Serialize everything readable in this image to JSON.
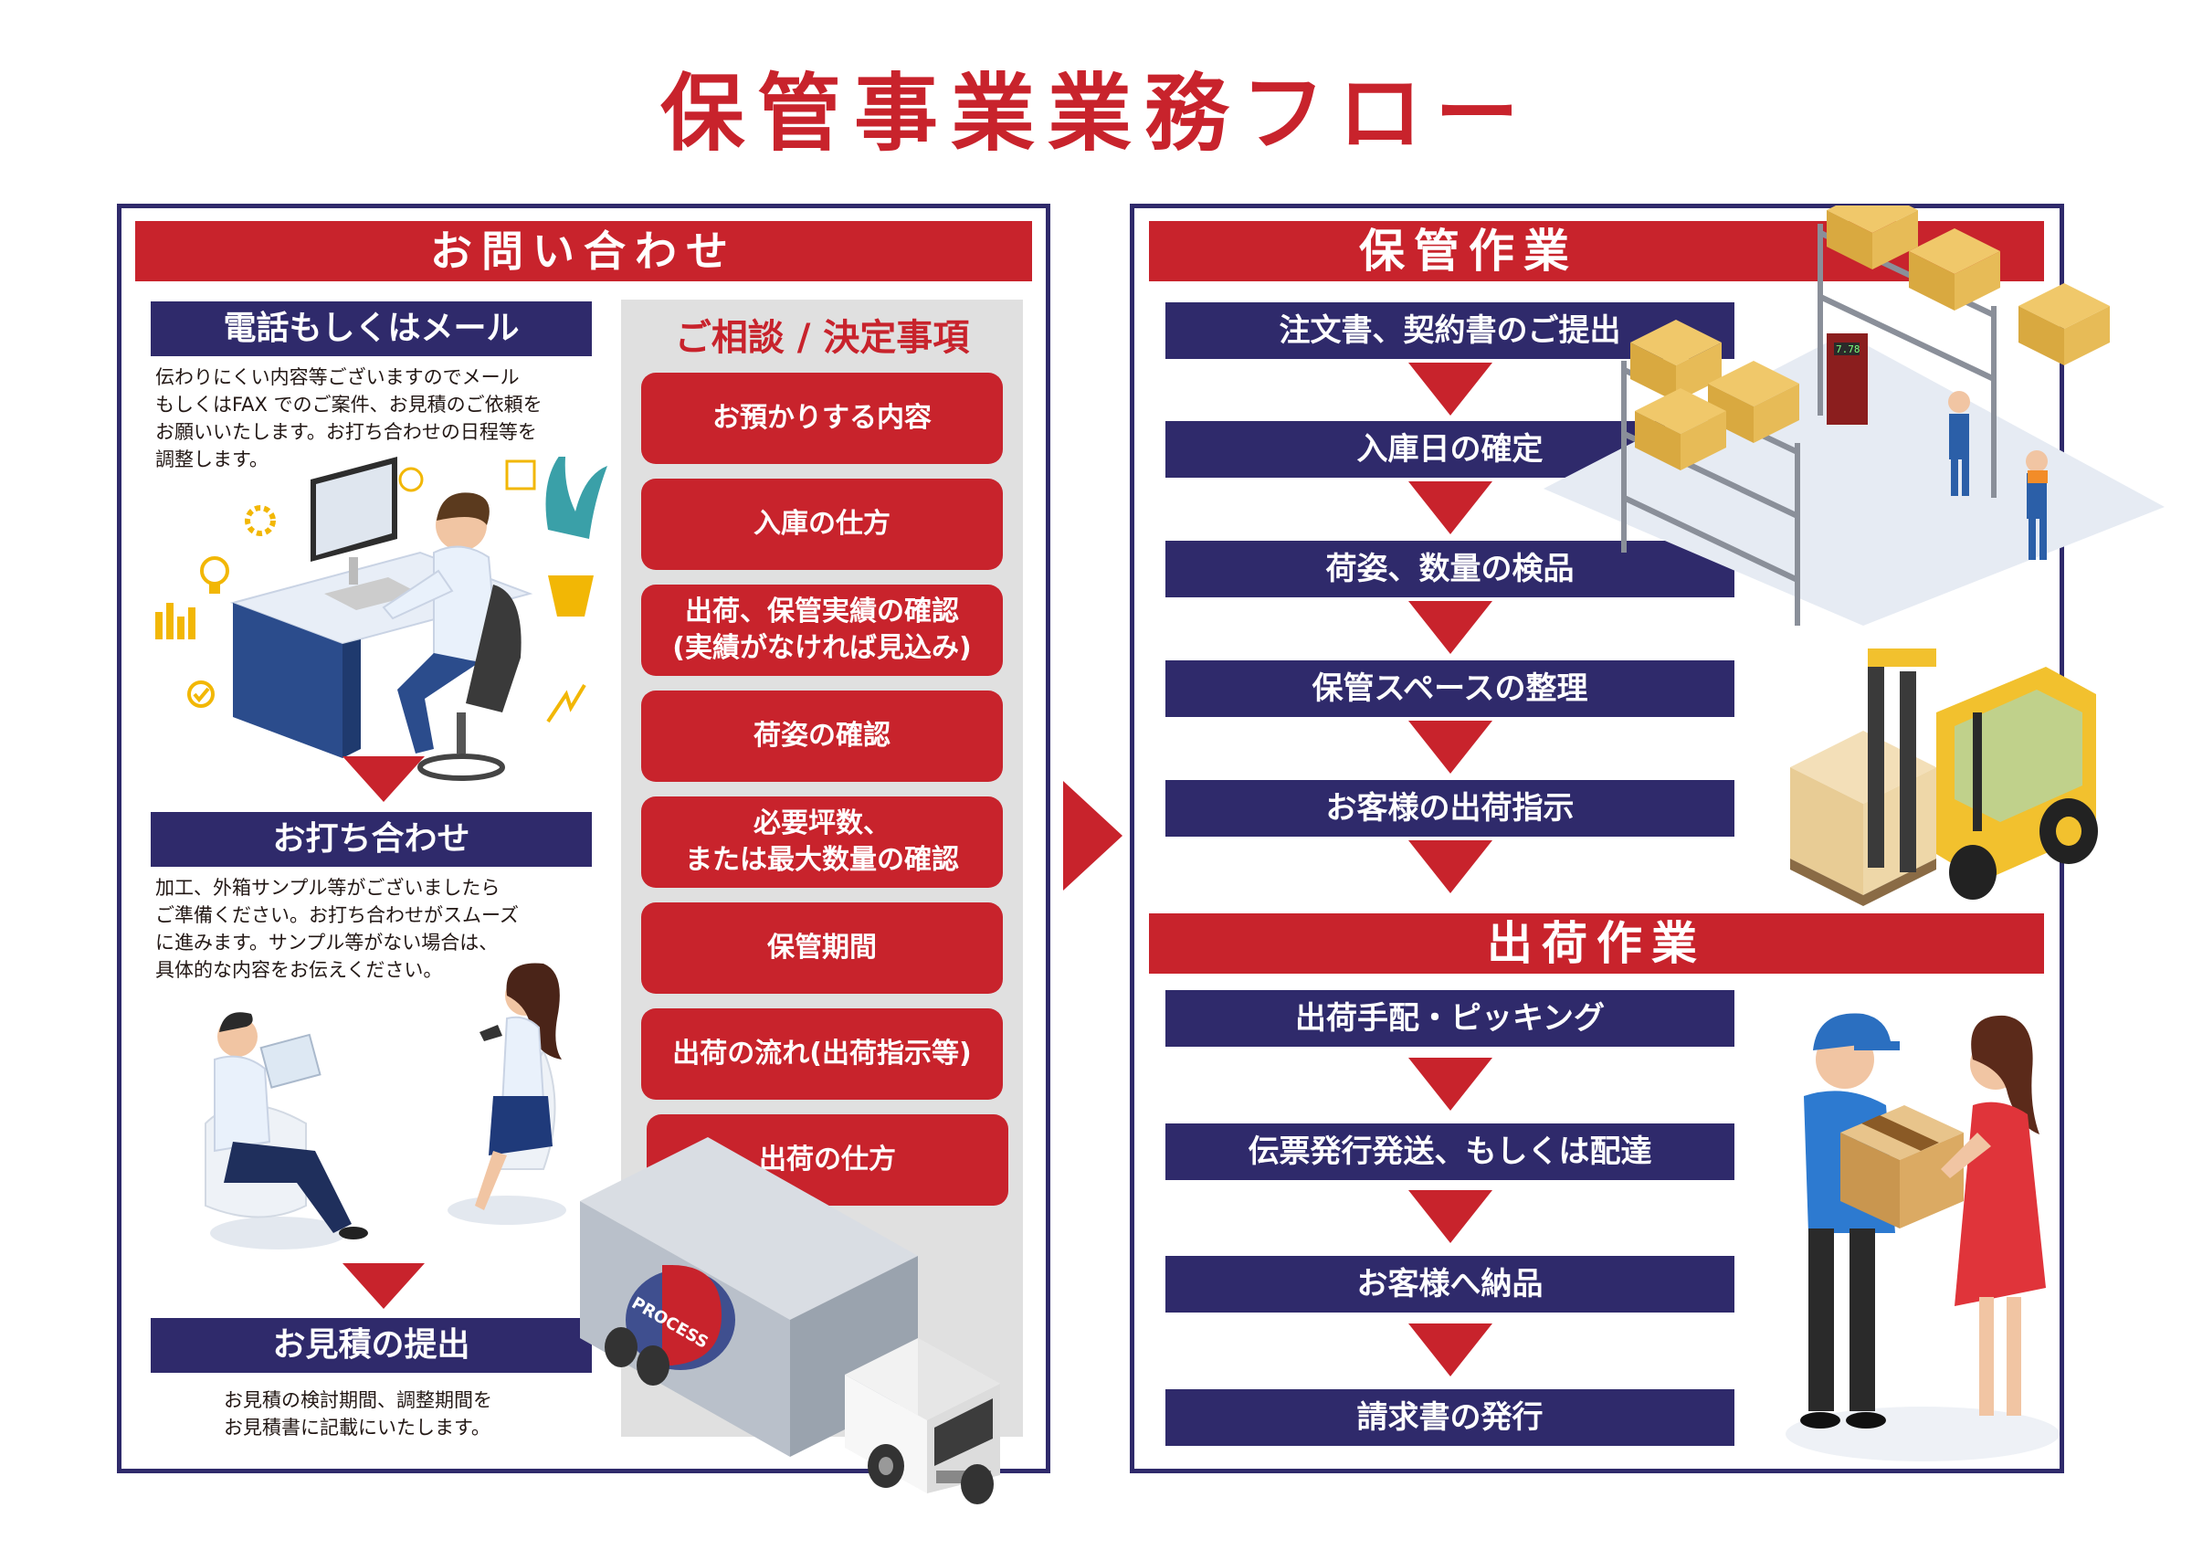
{
  "title": "保管事業業務フロー",
  "colors": {
    "accent_red": "#c8232c",
    "navy": "#2f2a6b",
    "gray": "#e0e0e0"
  },
  "left": {
    "header": "お問い合わせ",
    "steps": [
      {
        "heading": "電話もしくはメール",
        "desc": "伝わりにくい内容等ございますのでメール\nもしくはFAX でのご案件、お見積のご依頼を\nお願いいたします。お打ち合わせの日程等を\n調整します。"
      },
      {
        "heading": "お打ち合わせ",
        "desc": "加工、外箱サンプル等がございましたら\nご準備ください。お打ち合わせがスムーズ\nに進みます。サンプル等がない場合は、\n具体的な内容をお伝えください。"
      },
      {
        "heading": "お見積の提出",
        "desc": "お見積の検討期間、調整期間を\nお見積書に記載にいたします。"
      }
    ],
    "consult": {
      "title": "ご相談 / 決定事項",
      "items": [
        "お預かりする内容",
        "入庫の仕方",
        "出荷、保管実績の確認\n(実績がなければ見込み)",
        "荷姿の確認",
        "必要坪数、\nまたは最大数量の確認",
        "保管期間",
        "出荷の流れ(出荷指示等)",
        "出荷の仕方"
      ]
    },
    "truck_logo": "PROCESS"
  },
  "right": {
    "storage_header": "保管作業",
    "storage_steps": [
      "注文書、契約書のご提出",
      "入庫日の確定",
      "荷姿、数量の検品",
      "保管スペースの整理",
      "お客様の出荷指示"
    ],
    "shipping_header": "出荷作業",
    "shipping_steps": [
      "出荷手配・ピッキング",
      "伝票発行発送、もしくは配達",
      "お客様へ納品",
      "請求書の発行"
    ],
    "scale_label": "7.78"
  }
}
